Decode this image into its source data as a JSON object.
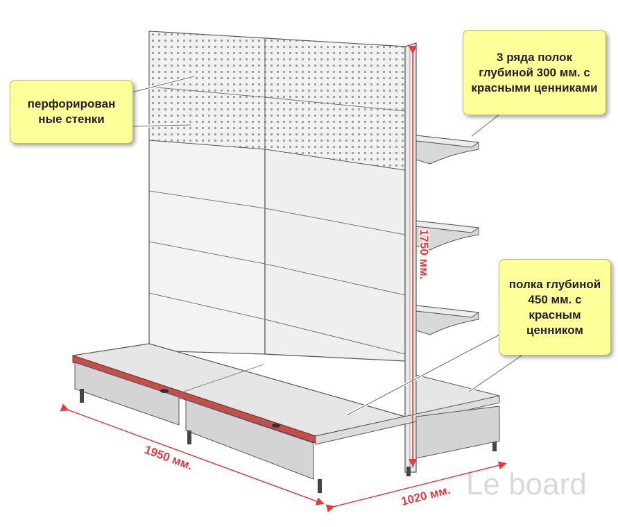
{
  "callouts": {
    "perforated": "перфорирован ные стенки",
    "shelves_300": "3 ряда полок глубиной 300 мм. с красными ценниками",
    "shelf_450": "полка глубиной 450 мм. с красным ценником"
  },
  "dimensions": {
    "length": "1950 мм.",
    "depth": "1020 мм.",
    "height": "1750 мм."
  },
  "watermark": "Le board",
  "colors": {
    "callout_fill": "#ffff99",
    "dimension_red": "#e53b3b",
    "price_strip_red": "#c0504d"
  }
}
